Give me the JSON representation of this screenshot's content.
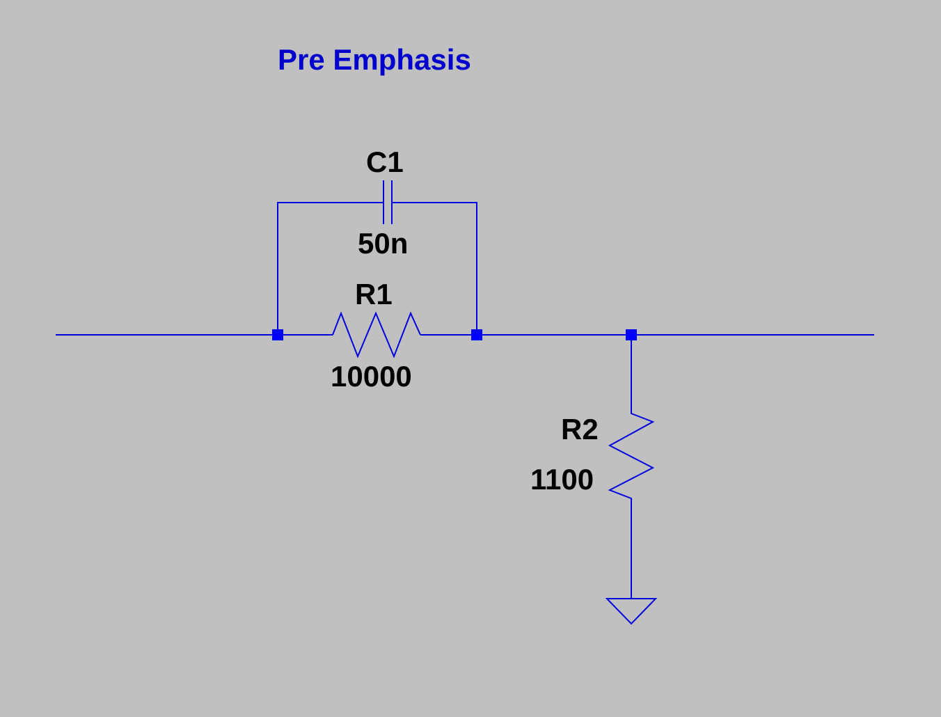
{
  "schematic": {
    "title": "Pre Emphasis",
    "components": {
      "c1": {
        "ref": "C1",
        "value": "50n"
      },
      "r1": {
        "ref": "R1",
        "value": "10000"
      },
      "r2": {
        "ref": "R2",
        "value": "1100"
      }
    }
  },
  "colors": {
    "background": "#c0c0c0",
    "wire": "#0000dd",
    "junction": "#0000ff",
    "comment_text": "#0000cc",
    "label_text": "#000000"
  }
}
